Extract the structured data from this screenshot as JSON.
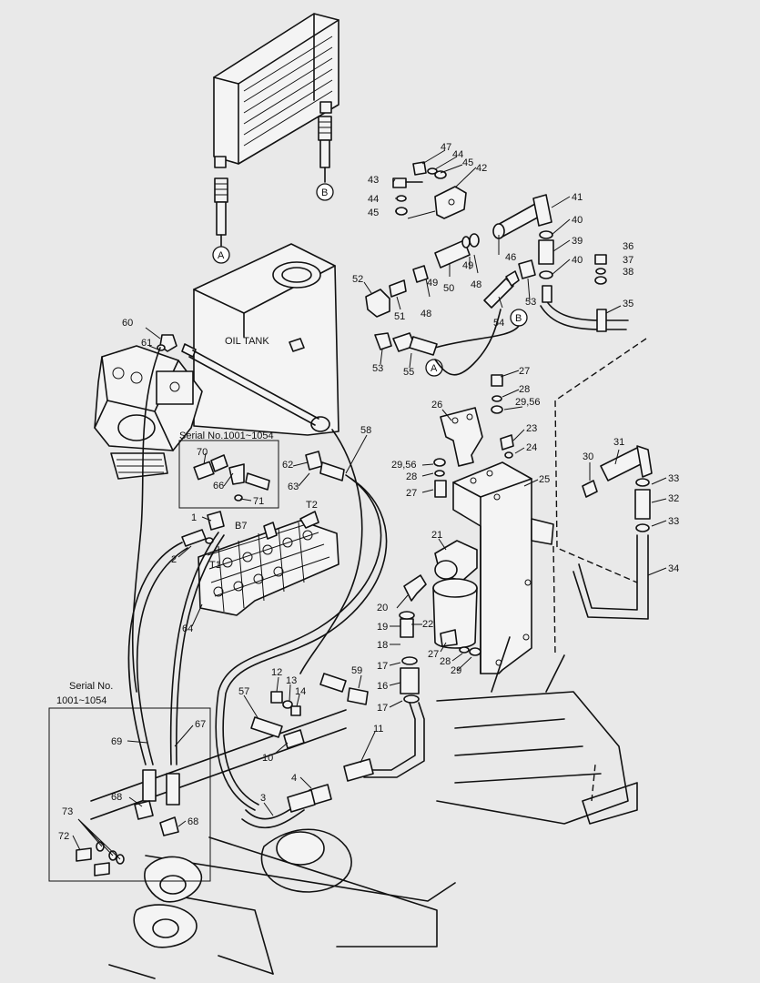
{
  "labels": {
    "oil_tank": "OIL TANK",
    "serial_upper": "Serial No.1001~1054",
    "serial_lower_line1": "Serial No.",
    "serial_lower_line2": "1001~1054",
    "port_t1": "T1",
    "port_t2": "T2",
    "port_b7": "B7",
    "connector_a": "A",
    "connector_b": "B"
  },
  "callouts": [
    "1",
    "2",
    "3",
    "4",
    "10",
    "11",
    "12",
    "13",
    "14",
    "16",
    "17",
    "18",
    "19",
    "20",
    "21",
    "22",
    "23",
    "24",
    "25",
    "26",
    "27",
    "28",
    "29",
    "29,56",
    "30",
    "31",
    "32",
    "33",
    "34",
    "35",
    "36",
    "37",
    "38",
    "39",
    "40",
    "41",
    "42",
    "43",
    "44",
    "45",
    "46",
    "47",
    "48",
    "49",
    "50",
    "51",
    "52",
    "53",
    "54",
    "55",
    "57",
    "58",
    "59",
    "60",
    "61",
    "62",
    "63",
    "64",
    "66",
    "67",
    "68",
    "69",
    "70",
    "71",
    "72",
    "73"
  ]
}
